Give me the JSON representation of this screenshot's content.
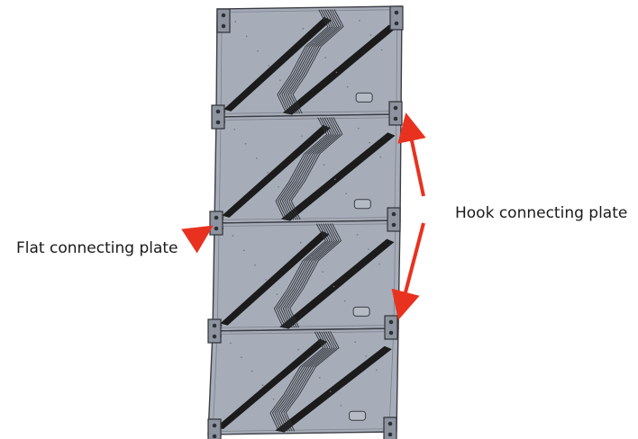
{
  "labels": {
    "flat": "Flat connecting plate",
    "hook": "Hook connecting plate"
  },
  "colors": {
    "panel_fill": "#a7adb8",
    "panel_edge": "#3a3d44",
    "stripe": "#1b1b1b",
    "arrow": "#e8321f",
    "bracket": "#8e949f"
  },
  "structure": {
    "cabinet_count": 4,
    "hook_plate_count": 3,
    "flat_plate_count": 3
  }
}
